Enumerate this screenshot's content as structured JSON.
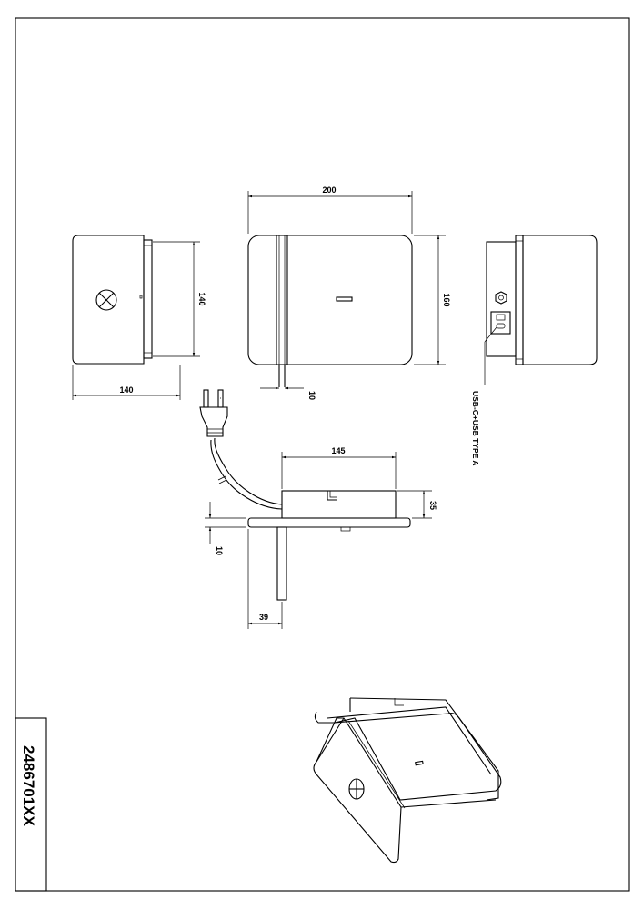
{
  "title_block": {
    "product_code": "2486701XX"
  },
  "dimensions": {
    "side_width": "140",
    "side_height": "140",
    "front_width": "200",
    "front_height": "160",
    "front_bracket": "10",
    "top_length": "145",
    "top_depth": "35",
    "top_thickness": "10",
    "top_offset": "39"
  },
  "labels": {
    "usb_ports": "USB-C+USB TYPE A"
  }
}
